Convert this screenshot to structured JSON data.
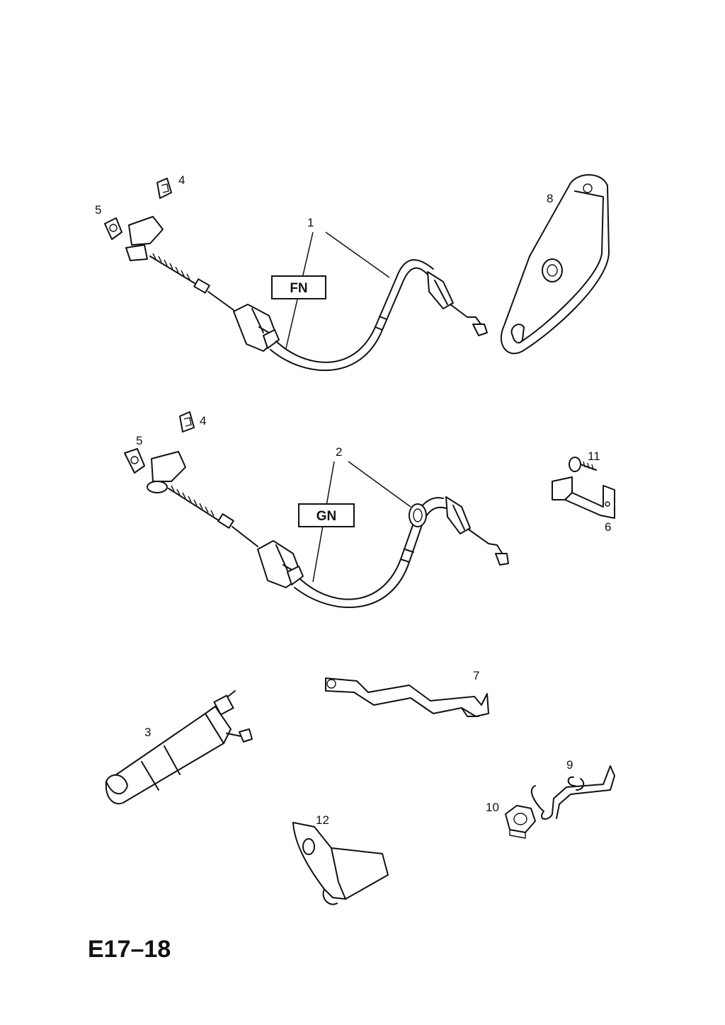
{
  "diagram": {
    "code": "E17–18",
    "callouts": {
      "c1": "1",
      "c2": "2",
      "c3": "3",
      "c4a": "4",
      "c4b": "4",
      "c5a": "5",
      "c5b": "5",
      "c6": "6",
      "c7": "7",
      "c8": "8",
      "c9": "9",
      "c10": "10",
      "c11": "11",
      "c12": "12"
    },
    "variant_labels": {
      "fn": "FN",
      "gn": "GN"
    }
  }
}
